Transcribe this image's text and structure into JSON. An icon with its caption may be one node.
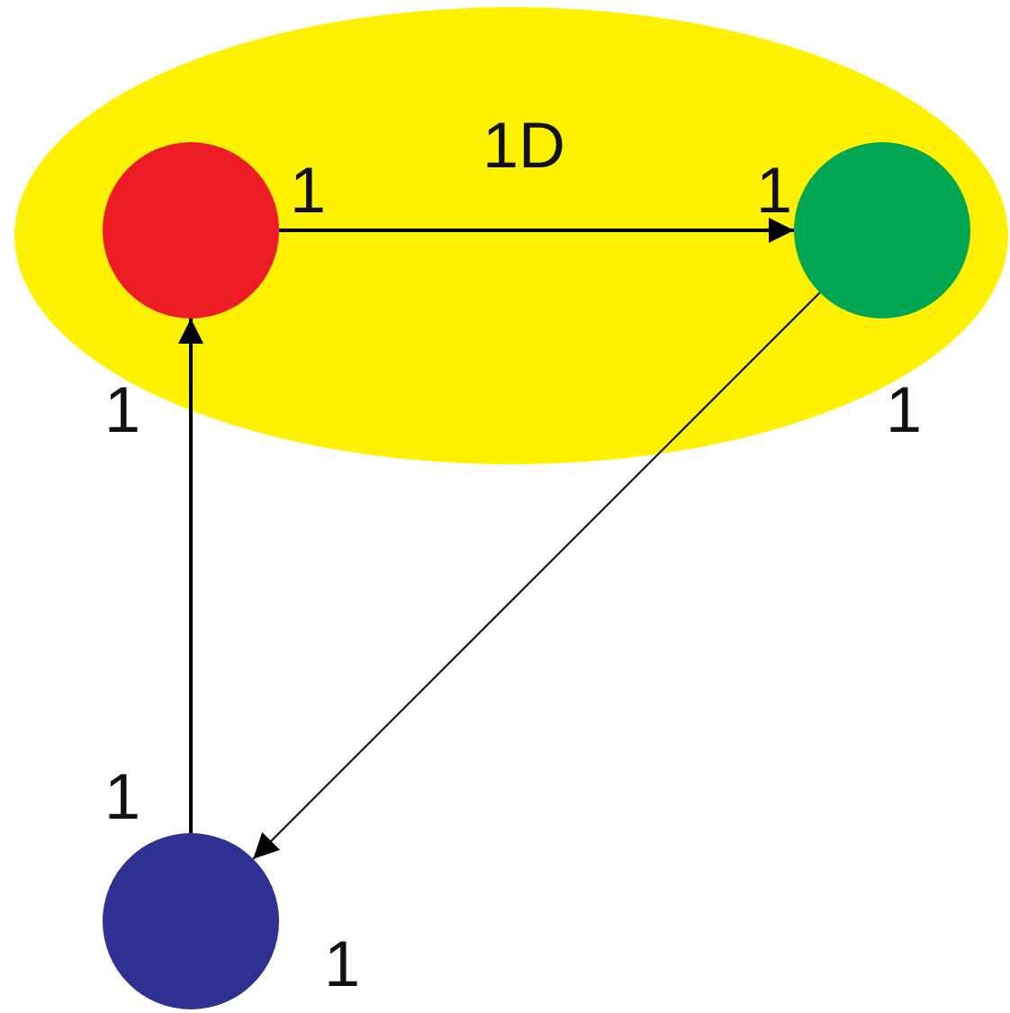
{
  "diagram": {
    "nodes": [
      {
        "text": [
          "1D"
        ]
      },
      {
        "text": [],
        "shape": "circle",
        "in": 0
      },
      {
        "text": [],
        "shape": "circle",
        "in": 0
      },
      {
        "text": [],
        "shape": "circle"
      }
    ],
    "edges": [
      {
        "from": 1,
        "to": 2,
        "arrow": "to"
      },
      {
        "from": 3,
        "to": 1,
        "arrow": "to"
      },
      {
        "from": 2,
        "to": 3,
        "arrow": "to"
      }
    ],
    "labels": [
      "1",
      "1",
      "1",
      "1",
      "1",
      "1"
    ]
  }
}
